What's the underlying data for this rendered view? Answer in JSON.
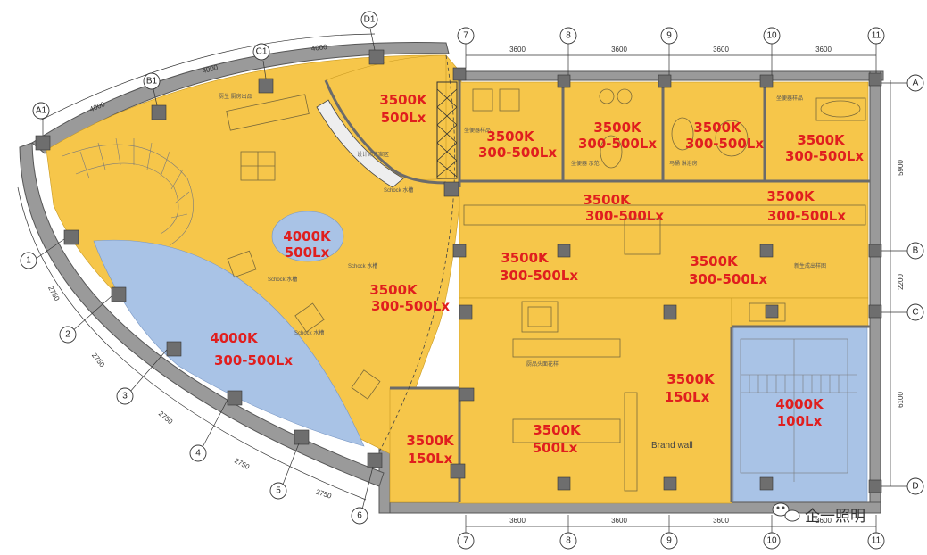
{
  "grid": {
    "top_axes": [
      "7",
      "8",
      "9",
      "10",
      "11"
    ],
    "bottom_axes": [
      "7",
      "8",
      "9",
      "10",
      "11"
    ],
    "curved_axes": [
      "A1",
      "B1",
      "C1",
      "D1"
    ],
    "right_axes": [
      "A",
      "B",
      "C",
      "D"
    ],
    "left_axes": [
      "1",
      "2",
      "3",
      "4",
      "5",
      "6"
    ]
  },
  "dimensions": {
    "top": [
      "3600",
      "3600",
      "3600",
      "3600"
    ],
    "bottom": [
      "3600",
      "3600",
      "3600",
      "3600"
    ],
    "curved": [
      "4000",
      "4000",
      "4000"
    ],
    "left": [
      "2750",
      "2750",
      "2750",
      "2750",
      "2750"
    ],
    "right": [
      "5900",
      "2200",
      "6100"
    ]
  },
  "zones": [
    {
      "id": "z1",
      "line1": "3500K",
      "line2": "500Lx"
    },
    {
      "id": "z2",
      "line1": "3500K",
      "line2": "300-500Lx"
    },
    {
      "id": "z3",
      "line1": "3500K",
      "line2": "300-500Lx"
    },
    {
      "id": "z4",
      "line1": "3500K",
      "line2": "300-500Lx"
    },
    {
      "id": "z5",
      "line1": "3500K",
      "line2": "300-500Lx"
    },
    {
      "id": "z6",
      "line1": "3500K",
      "line2": "300-500Lx"
    },
    {
      "id": "z7",
      "line1": "3500K",
      "line2": "300-500Lx"
    },
    {
      "id": "z8",
      "line1": "4000K",
      "line2": "500Lx"
    },
    {
      "id": "z9",
      "line1": "3500K",
      "line2": "300-500Lx"
    },
    {
      "id": "z10",
      "line1": "3500K",
      "line2": "300-500Lx"
    },
    {
      "id": "z11",
      "line1": "3500K",
      "line2": "300-500Lx"
    },
    {
      "id": "z12",
      "line1": "4000K",
      "line2": "300-500Lx"
    },
    {
      "id": "z13",
      "line1": "3500K",
      "line2": "150Lx"
    },
    {
      "id": "z14",
      "line1": "4000K",
      "line2": "100Lx"
    },
    {
      "id": "z15",
      "line1": "3500K",
      "line2": "500Lx"
    },
    {
      "id": "z16",
      "line1": "3500K",
      "line2": "150Lx"
    }
  ],
  "brand_wall": "Brand wall",
  "watermark": "企一照明",
  "colors": {
    "warm_zone": "#f6c64a",
    "cool_zone": "#a9c3e6",
    "label_red": "#e01e1e",
    "wall": "#8a8a8a",
    "line": "#333333"
  }
}
